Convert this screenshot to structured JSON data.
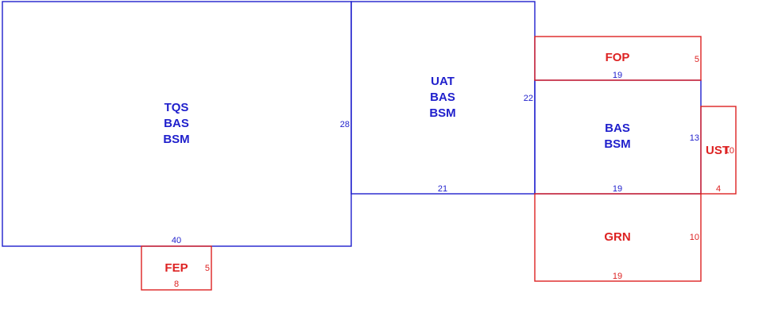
{
  "colors": {
    "main_area": "#1f1fcc",
    "other_area": "#dd2222"
  },
  "rooms": {
    "tqs": {
      "lines": [
        "TQS",
        "BAS",
        "BSM"
      ],
      "dims": [
        "28",
        "40"
      ]
    },
    "uat": {
      "lines": [
        "UAT",
        "BAS",
        "BSM"
      ],
      "dims": [
        "22",
        "21"
      ]
    },
    "bas": {
      "lines": [
        "BAS",
        "BSM"
      ],
      "dims": [
        "13",
        "19"
      ]
    },
    "fop": {
      "lines": [
        "FOP"
      ],
      "dims": [
        "5",
        "19"
      ]
    },
    "grn": {
      "lines": [
        "GRN"
      ],
      "dims": [
        "10",
        "19"
      ]
    },
    "ust": {
      "lines": [
        "UST"
      ],
      "dims": [
        "10",
        "4"
      ]
    },
    "fep": {
      "lines": [
        "FEP"
      ],
      "dims": [
        "5",
        "8"
      ]
    }
  }
}
